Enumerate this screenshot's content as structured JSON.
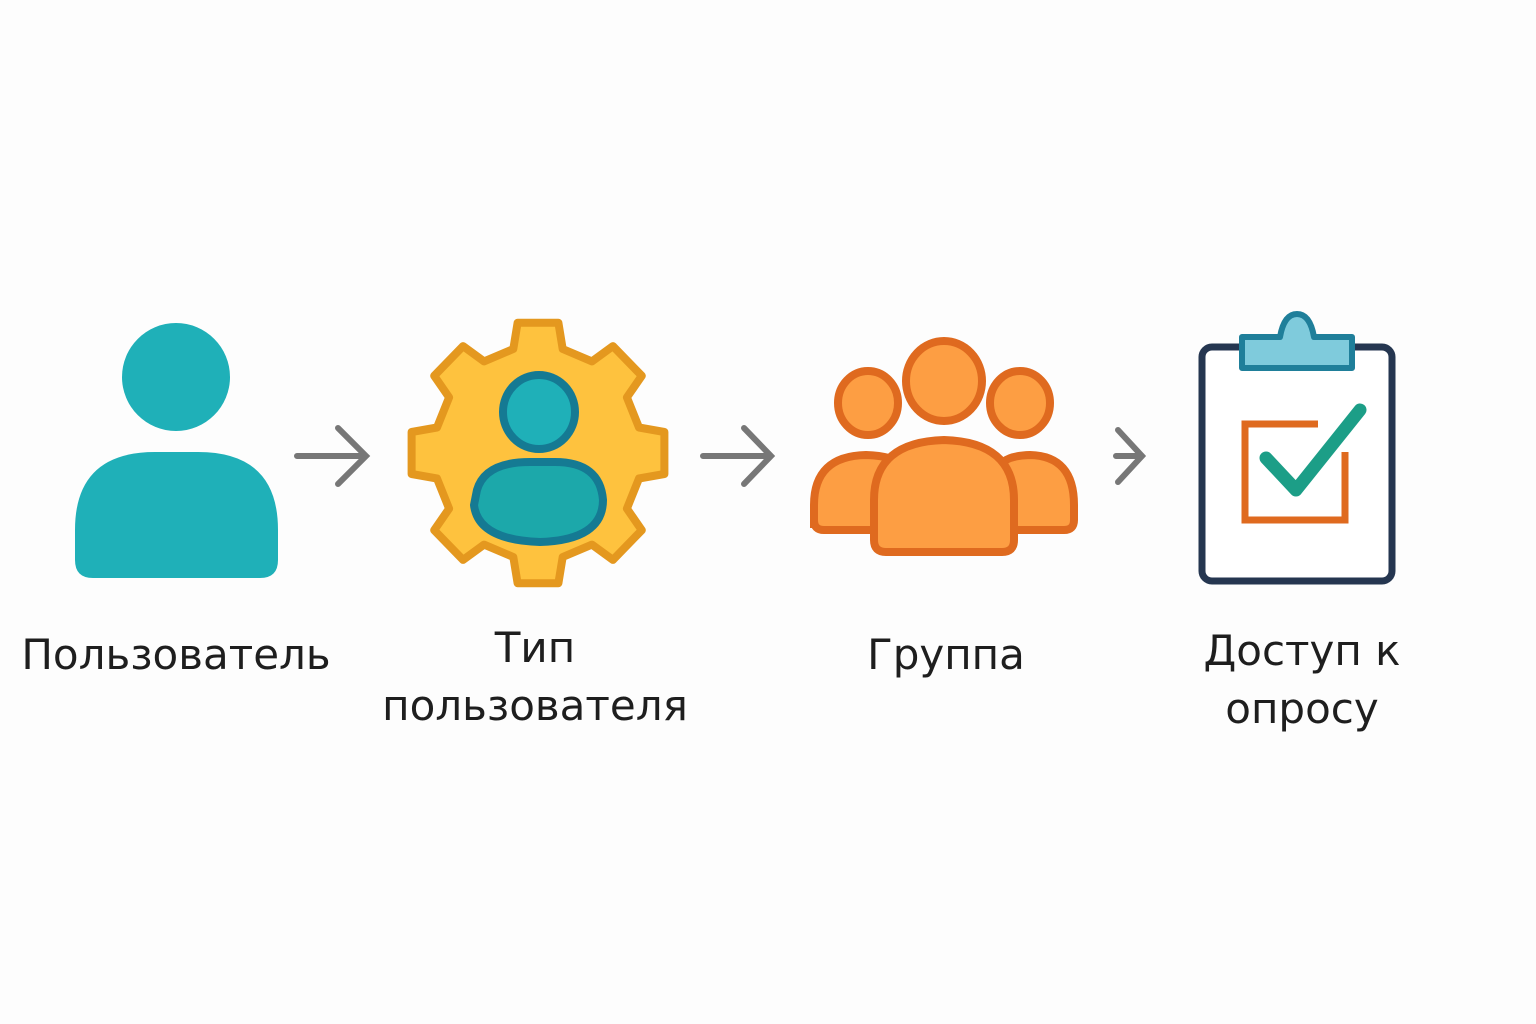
{
  "steps": [
    {
      "label": "Пользователь",
      "icon": "user-icon"
    },
    {
      "label_line1": "Тип",
      "label_line2": "пользователя",
      "icon": "user-gear-icon"
    },
    {
      "label": "Группа",
      "icon": "group-icon"
    },
    {
      "label_line1": "Доступ к",
      "label_line2": "опросу",
      "icon": "clipboard-check-icon"
    }
  ],
  "colors": {
    "teal": "#1fb0b8",
    "teal_dark": "#157a93",
    "gear_fill": "#fec23e",
    "gear_stroke": "#e4981f",
    "orange_fill": "#fd9e43",
    "orange_stroke": "#df6a1f",
    "arrow": "#777777",
    "clipboard_frame": "#253650",
    "clip_fill": "#7fcbdc",
    "check": "#1c9e87"
  }
}
